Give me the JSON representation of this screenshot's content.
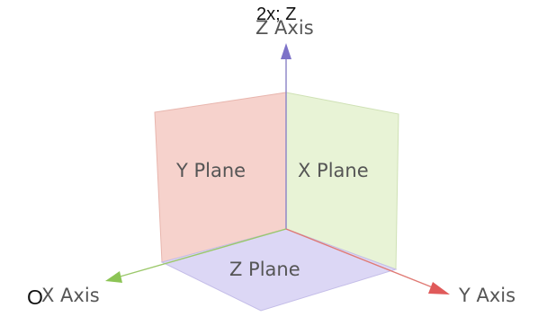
{
  "overlay": {
    "top_text": "2x; Z",
    "left_text": "O"
  },
  "axes": {
    "z_label": "Z Axis",
    "x_label": "X Axis",
    "y_label": "Y Axis",
    "z_color": "#7d72c8",
    "x_color": "#8cc455",
    "y_color": "#e05a5a"
  },
  "planes": {
    "y_plane_label": "Y Plane",
    "x_plane_label": "X Plane",
    "z_plane_label": "Z Plane",
    "y_plane_color": "#f6d2cc",
    "x_plane_color": "#e8f3d6",
    "z_plane_color": "#dcd7f5"
  }
}
